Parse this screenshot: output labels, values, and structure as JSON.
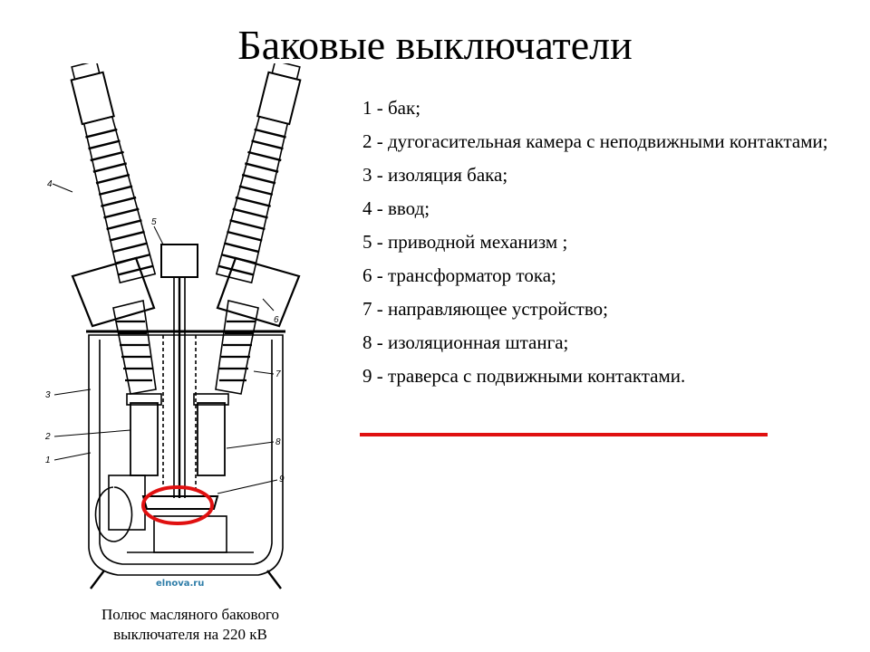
{
  "slide": {
    "title": "Баковые выключатели",
    "legend": [
      "1 - бак;",
      "2 - дугогасительная камера с неподвижными контактами;",
      "3 - изоляция бака;",
      "4 - ввод;",
      "5 - приводной механизм ;",
      "6 - трансформатор тока;",
      "7 - направляющее устройство;",
      "8 - изоляционная штанга;",
      "9 - траверса с подвижными контактами."
    ],
    "caption_line1": "Полюс масляного бакового",
    "caption_line2": "выключателя на 220 кВ",
    "watermark": "elnova.ru",
    "accent_color": "#e01010",
    "figure_numbers": {
      "n1": "1",
      "n2": "2",
      "n3": "3",
      "n4": "4",
      "n5": "5",
      "n6": "6",
      "n7": "7",
      "n8": "8",
      "n9": "9"
    }
  }
}
